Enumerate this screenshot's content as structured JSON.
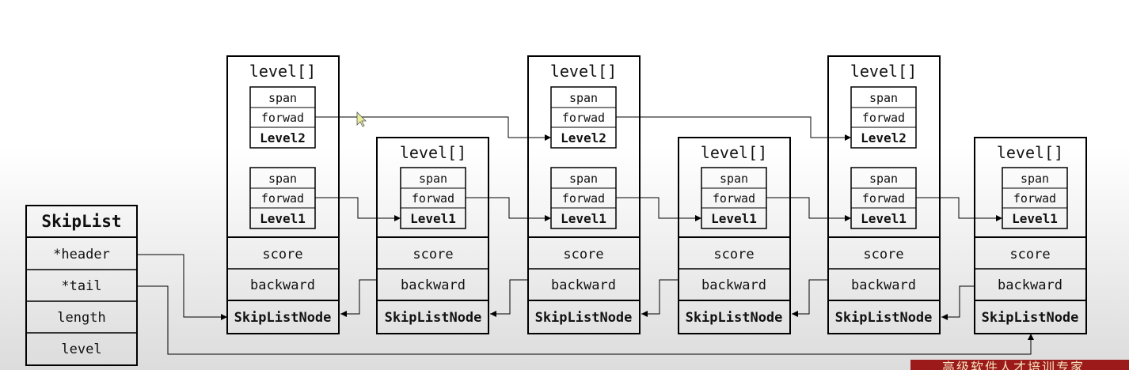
{
  "skiplist": {
    "title": "SkipList",
    "fields": [
      "*header",
      "*tail",
      "length",
      "level"
    ]
  },
  "node_labels": {
    "level_array": "level[]",
    "span": "span",
    "forward": "forwad",
    "score": "score",
    "backward": "backward",
    "node": "SkipListNode"
  },
  "nodes": [
    {
      "levels": [
        "Level2",
        "Level1"
      ]
    },
    {
      "levels": [
        "Level1"
      ]
    },
    {
      "levels": [
        "Level2",
        "Level1"
      ]
    },
    {
      "levels": [
        "Level1"
      ]
    },
    {
      "levels": [
        "Level2",
        "Level1"
      ]
    },
    {
      "levels": [
        "Level1"
      ]
    }
  ],
  "watermark": "高级软件人才培训专家"
}
